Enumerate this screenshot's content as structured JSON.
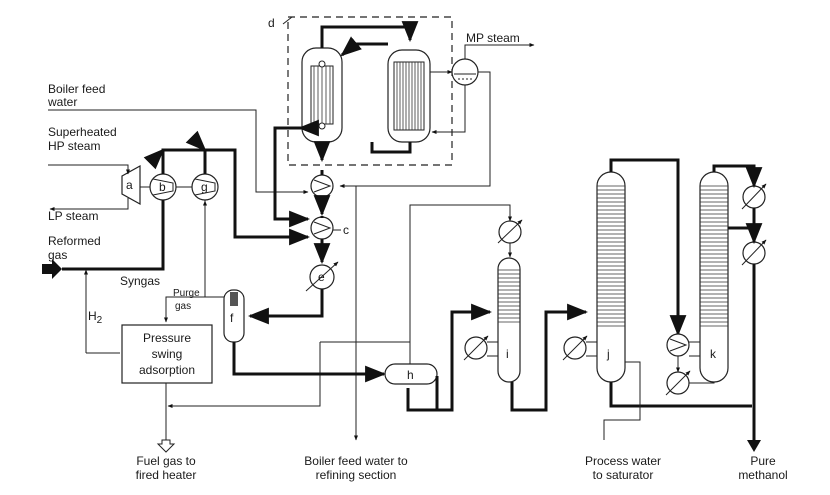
{
  "labels": {
    "mp_steam": "MP steam",
    "boiler_feed_water_line1": "Boiler feed",
    "boiler_feed_water_line2": "water",
    "hp_steam_line1": "Superheated",
    "hp_steam_line2": "HP steam",
    "lp_steam": "LP steam",
    "reformed_gas_line1": "Reformed",
    "reformed_gas_line2": "gas",
    "syngas": "Syngas",
    "purge_gas_line1": "Purge",
    "purge_gas_line2": "gas",
    "h2": "H",
    "h2_sub": "2",
    "psa_line1": "Pressure",
    "psa_line2": "swing",
    "psa_line3": "adsorption",
    "fuel_gas_line1": "Fuel gas to",
    "fuel_gas_line2": "fired heater",
    "bfw_refining_line1": "Boiler feed water to",
    "bfw_refining_line2": "refining section",
    "process_water_line1": "Process water",
    "process_water_line2": "to saturator",
    "pure_methanol_line1": "Pure",
    "pure_methanol_line2": "methanol"
  },
  "equipment_tags": {
    "a": "a",
    "b": "b",
    "g": "g",
    "c": "c",
    "d": "d",
    "e": "e",
    "f": "f",
    "h": "h",
    "i": "i",
    "j": "j",
    "k": "k"
  }
}
